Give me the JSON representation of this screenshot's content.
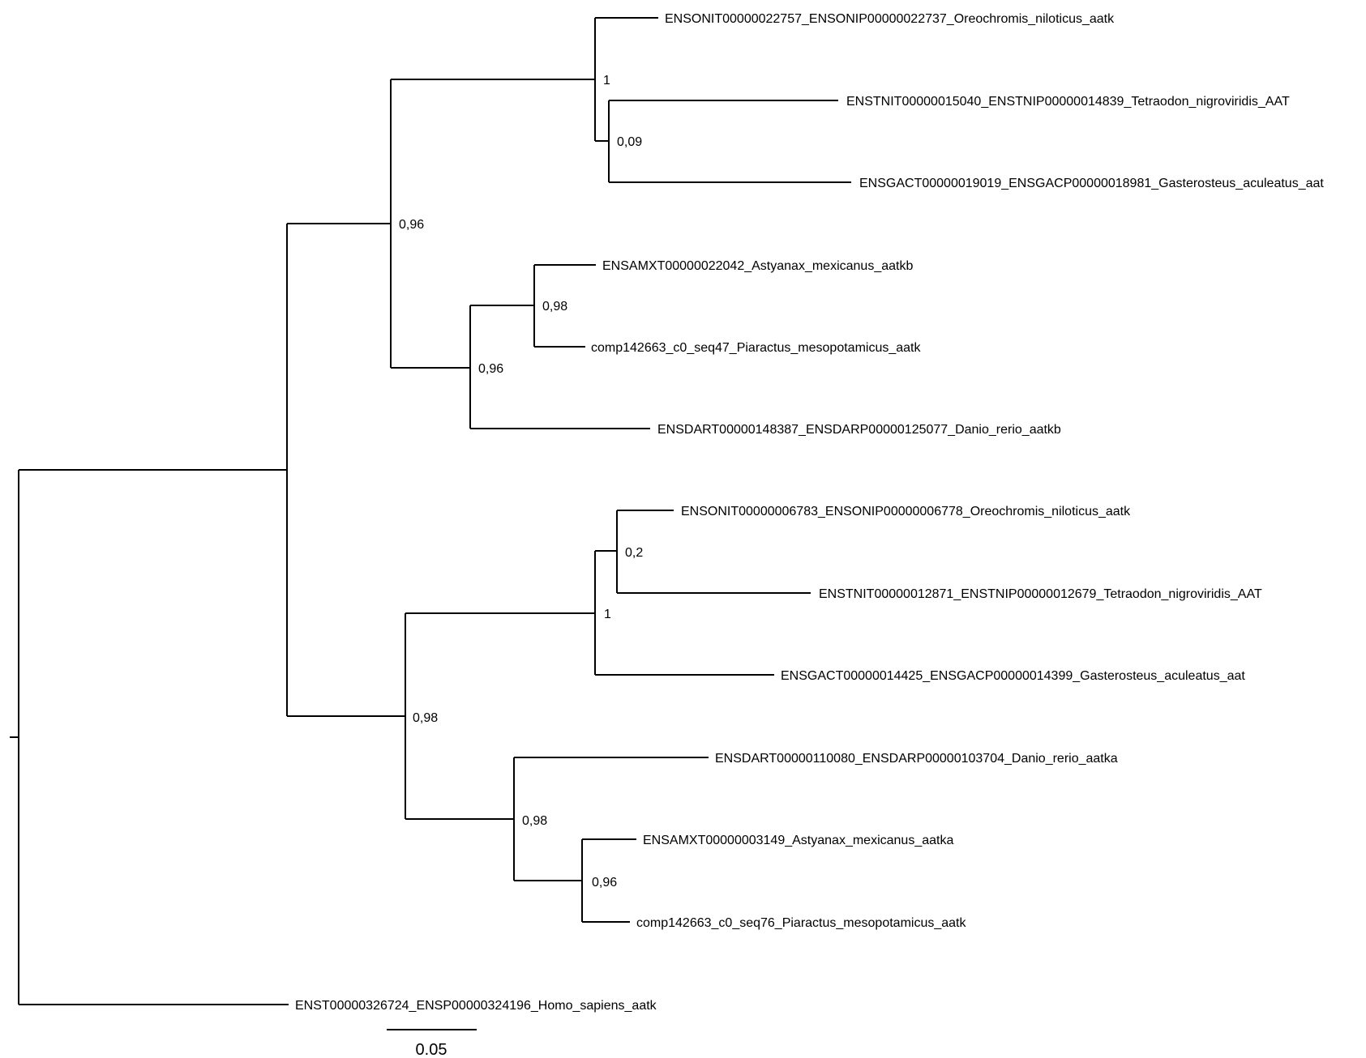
{
  "tree": {
    "type": "phylogram",
    "scale_bar": {
      "label": "0.05"
    },
    "leaves": [
      {
        "id": "oni_22757",
        "label": "ENSONIT00000022757_ENSONIP00000022737_Oreochromis_niloticus_aatk"
      },
      {
        "id": "tni_15040",
        "label": "ENSTNIT00000015040_ENSTNIP00000014839_Tetraodon_nigroviridis_AAT"
      },
      {
        "id": "gac_19019",
        "label": "ENSGACT00000019019_ENSGACP00000018981_Gasterosteus_aculeatus_aat"
      },
      {
        "id": "amx_22042",
        "label": "ENSAMXT00000022042_Astyanax_mexicanus_aatkb"
      },
      {
        "id": "pme_47",
        "label": "comp142663_c0_seq47_Piaractus_mesopotamicus_aatk"
      },
      {
        "id": "dre_148387",
        "label": "ENSDART00000148387_ENSDARP00000125077_Danio_rerio_aatkb"
      },
      {
        "id": "oni_6783",
        "label": "ENSONIT00000006783_ENSONIP00000006778_Oreochromis_niloticus_aatk"
      },
      {
        "id": "tni_12871",
        "label": "ENSTNIT00000012871_ENSTNIP00000012679_Tetraodon_nigroviridis_AAT"
      },
      {
        "id": "gac_14425",
        "label": "ENSGACT00000014425_ENSGACP00000014399_Gasterosteus_aculeatus_aat"
      },
      {
        "id": "dre_110080",
        "label": "ENSDART00000110080_ENSDARP00000103704_Danio_rerio_aatka"
      },
      {
        "id": "amx_3149",
        "label": "ENSAMXT00000003149_Astyanax_mexicanus_aatka"
      },
      {
        "id": "pme_76",
        "label": "comp142663_c0_seq76_Piaractus_mesopotamicus_aatk"
      },
      {
        "id": "hsa",
        "label": "ENST00000326724_ENSP00000324196_Homo_sapiens_aatk"
      }
    ],
    "support_values": [
      {
        "node": "aatkb_clade",
        "value": "0,96"
      },
      {
        "node": "neoteleost_aatkb",
        "value": "1"
      },
      {
        "node": "tni_gac_aatkb",
        "value": "0,09"
      },
      {
        "node": "ostariophysi_aatkb",
        "value": "0,96"
      },
      {
        "node": "amx_pme_aatkb",
        "value": "0,98"
      },
      {
        "node": "aatka_clade",
        "value": "0,98"
      },
      {
        "node": "neoteleost_aatka",
        "value": "1"
      },
      {
        "node": "oni_tni_aatka",
        "value": "0,2"
      },
      {
        "node": "ostariophysi_aatka",
        "value": "0,98"
      },
      {
        "node": "amx_pme_aatka",
        "value": "0,96"
      }
    ]
  }
}
